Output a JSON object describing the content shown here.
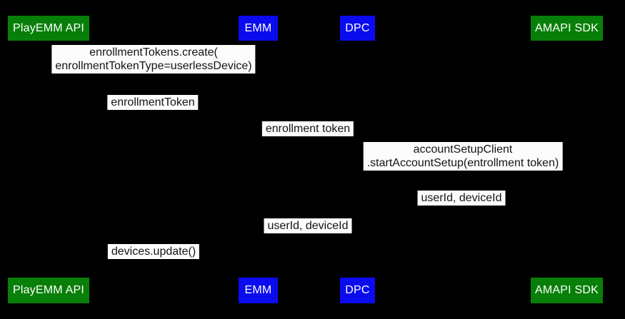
{
  "diagram": {
    "type": "sequence-diagram",
    "colors": {
      "background": "#000000",
      "actor_green": "#087f08",
      "actor_blue": "#0b0bef",
      "actor_text": "#ffffff",
      "label_background": "#fcfcfc",
      "label_text": "#141414"
    },
    "actors": [
      {
        "label": "PlayEMM API",
        "color": "#087f08"
      },
      {
        "label": "EMM",
        "color": "#0b0bef"
      },
      {
        "label": "DPC",
        "color": "#0b0bef"
      },
      {
        "label": "AMAPI SDK",
        "color": "#087f08"
      }
    ],
    "messages": [
      {
        "line1": "enrollmentTokens.create(",
        "line2": "enrollmentTokenType=userlessDevice)"
      },
      {
        "line1": "enrollmentToken"
      },
      {
        "line1": "enrollment token"
      },
      {
        "line1": "accountSetupClient",
        "line2": ".startAccountSetup(entrollment token)"
      },
      {
        "line1": "userId, deviceId"
      },
      {
        "line1": "userId, deviceId"
      },
      {
        "line1": "devices.update()"
      }
    ]
  }
}
